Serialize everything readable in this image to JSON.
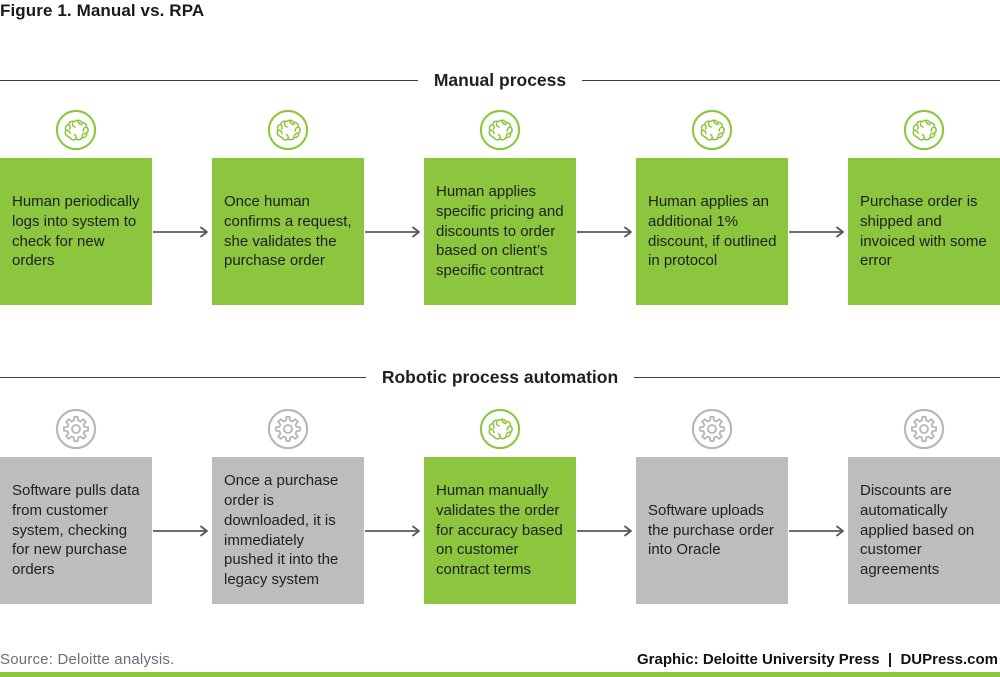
{
  "title": "Figure 1. Manual vs. RPA",
  "colors": {
    "green": "#8cc63f",
    "gray": "#bdbdbd",
    "icon_gray": "#b4b6b8",
    "arrow": "#58595b",
    "ink": "#1f1f1f",
    "muted": "#6d6e71"
  },
  "sections": [
    {
      "label": "Manual process",
      "steps": [
        {
          "icon": "brain-icon",
          "type": "manual",
          "text": "Human periodically logs into system to check for new orders"
        },
        {
          "icon": "brain-icon",
          "type": "manual",
          "text": "Once human confirms a request, she validates the purchase order"
        },
        {
          "icon": "brain-icon",
          "type": "manual",
          "text": "Human applies specific pricing and discounts to order based on client’s specific contract"
        },
        {
          "icon": "brain-icon",
          "type": "manual",
          "text": "Human applies an additional 1% discount, if outlined in protocol"
        },
        {
          "icon": "brain-icon",
          "type": "manual",
          "text": "Purchase order is shipped and invoiced with some error"
        }
      ]
    },
    {
      "label": "Robotic process automation",
      "steps": [
        {
          "icon": "gear-icon",
          "type": "automated",
          "text": "Software pulls data from customer system, checking for new purchase orders"
        },
        {
          "icon": "gear-icon",
          "type": "automated",
          "text": "Once a purchase order is downloaded, it is immediately pushed it into the legacy system"
        },
        {
          "icon": "brain-icon",
          "type": "manual",
          "text": "Human manually validates the order for accuracy based on customer contract terms"
        },
        {
          "icon": "gear-icon",
          "type": "automated",
          "text": "Software uploads the purchase order into Oracle"
        },
        {
          "icon": "gear-icon",
          "type": "automated",
          "text": "Discounts are automatically applied based on customer agreements"
        }
      ]
    }
  ],
  "footer": {
    "source": "Source: Deloitte analysis.",
    "credit": "Graphic: Deloitte University Press  |  DUPress.com"
  }
}
